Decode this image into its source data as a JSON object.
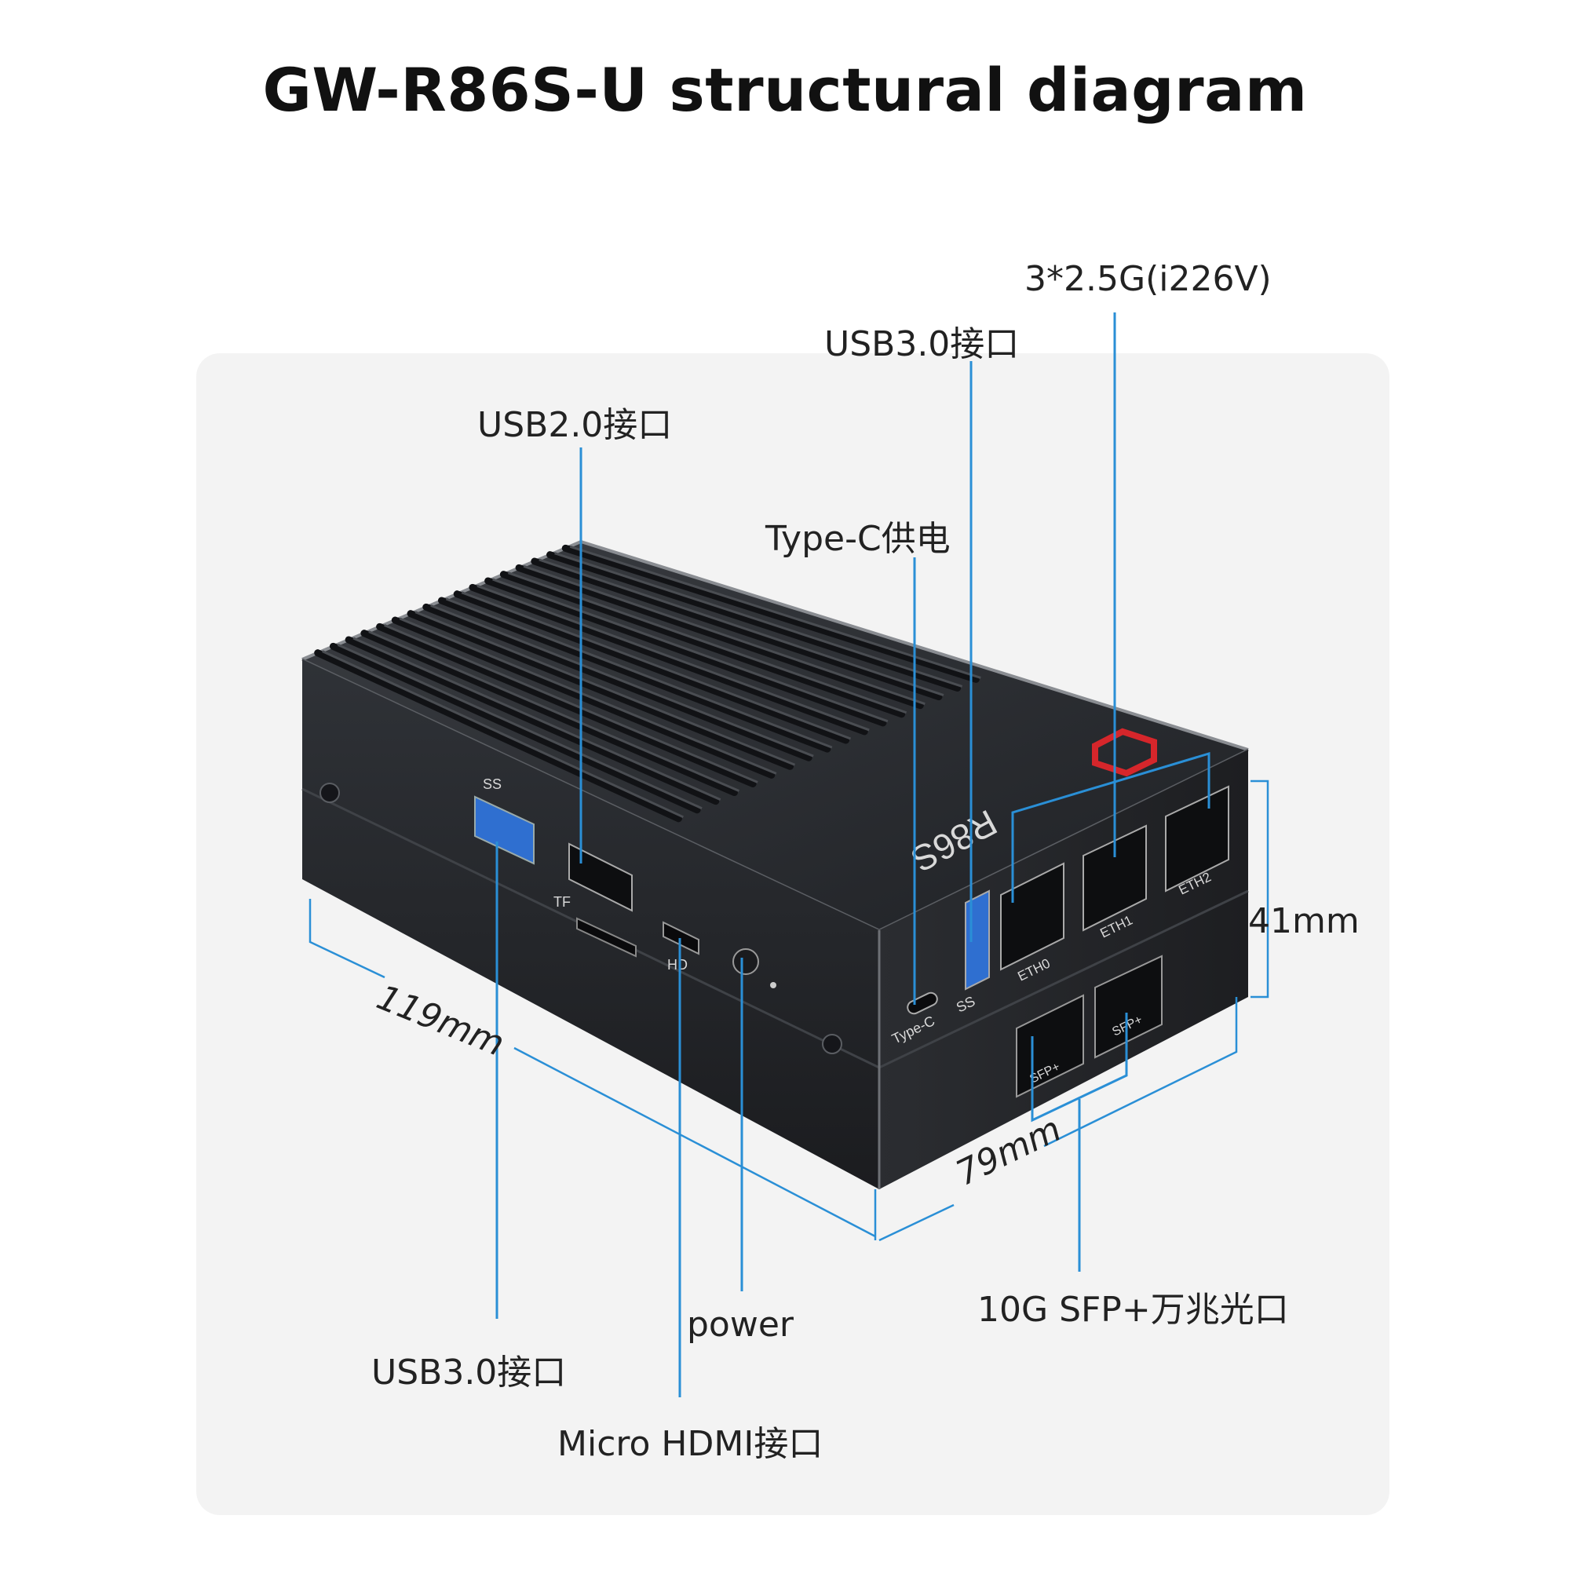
{
  "title": "GW-R86S-U structural diagram",
  "callouts": {
    "lan_ports": "3*2.5G(i226V)",
    "usb3_top": "USB3.0接口",
    "usb2": "USB2.0接口",
    "typec_power": "Type-C供电",
    "usb3_front": "USB3.0接口",
    "power": "power",
    "micro_hdmi": "Micro HDMI接口",
    "sfp": "10G SFP+万兆光口"
  },
  "dimensions": {
    "length": "119mm",
    "width": "79mm",
    "height": "41mm"
  },
  "device": {
    "brand_mark": "R86S",
    "port_labels": {
      "ss_front": "SS",
      "tf": "TF",
      "hd": "HD",
      "typec": "Type-C",
      "ss_side": "SS",
      "eth0": "ETH0",
      "eth1": "ETH1",
      "eth2": "ETH2",
      "sfp_a": "SFP+",
      "sfp_b": "SFP+"
    }
  },
  "colors": {
    "leader": "#2a8fd6",
    "case_top": "#2e3136",
    "case_side": "#25272b",
    "logo_red": "#d6262b",
    "usb3_blue": "#2f6fd0"
  }
}
